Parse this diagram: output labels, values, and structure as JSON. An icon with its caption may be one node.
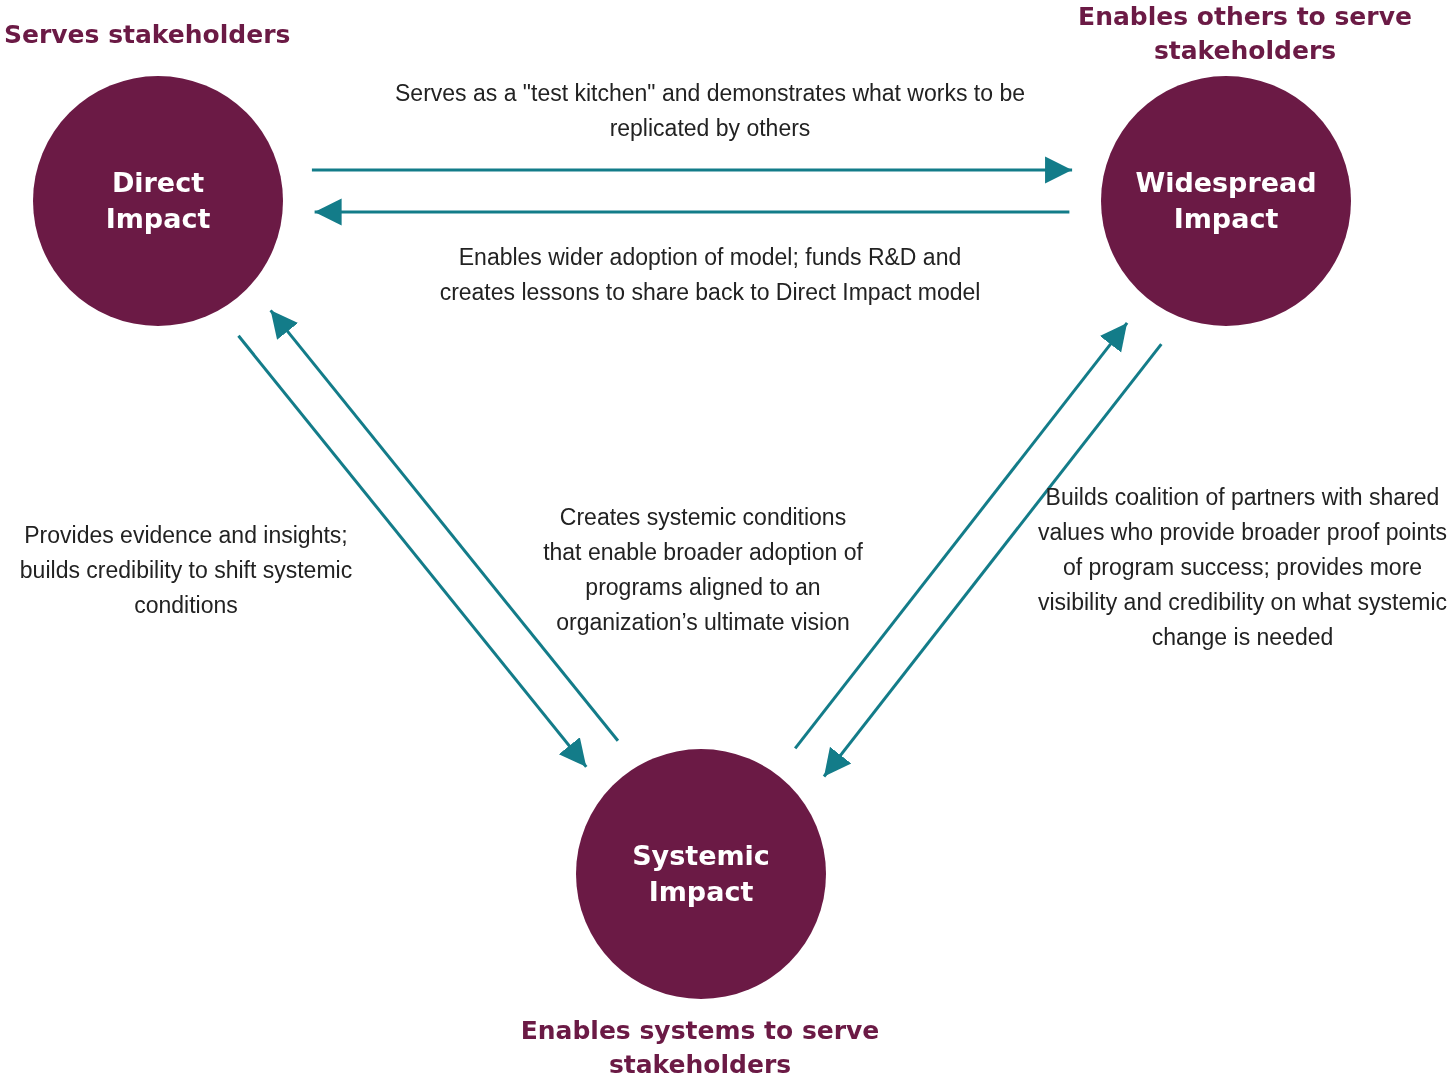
{
  "diagram": {
    "nodes": [
      {
        "text": [
          "Direct Impact"
        ],
        "beside": [
          "Serves stakeholders"
        ]
      },
      {
        "text": [
          "Widespread Impact"
        ],
        "beside": [
          "Enables others to serve stakeholders"
        ]
      },
      {
        "text": [
          "Systemic Impact"
        ],
        "beside": [
          "Enables systems to serve stakeholders"
        ]
      }
    ],
    "edges": [
      {
        "from": 0,
        "to": 1,
        "arrow": "to",
        "label": "Serves as a \"test kitchen\" and demonstrates what works to be replicated by others"
      },
      {
        "from": 1,
        "to": 0,
        "arrow": "to",
        "label": "Enables wider adoption of model; funds R&D and creates lessons to share back to Direct Impact model"
      },
      {
        "from": 0,
        "to": 2,
        "arrow": "to",
        "label": "Provides evidence and insights; builds credibility to shift systemic conditions"
      },
      {
        "from": 2,
        "to": 0,
        "arrow": "to"
      },
      {
        "from": 2,
        "to": 1,
        "arrow": "to"
      },
      {
        "from": 1,
        "to": 2,
        "arrow": "to",
        "label": "Builds coalition of partners with shared values who provide broader proof points of program success; provides more visibility and credibility on what systemic change is needed"
      }
    ],
    "labels": [
      "Creates systemic conditions that enable broader adoption of programs aligned to an organization’s ultimate vision"
    ]
  }
}
